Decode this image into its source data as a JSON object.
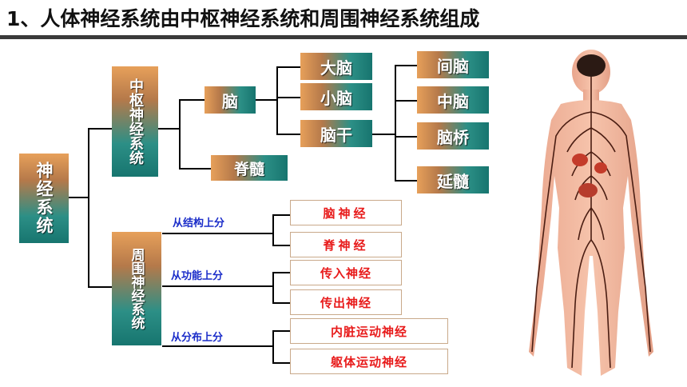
{
  "title": "1、人体神经系统由中枢神经系统和周围神经系统组成",
  "root": "神经系统",
  "central": {
    "label": "中枢神经系统",
    "brain": "脑",
    "spinal_cord": "脊髓",
    "brain_parts": [
      "大脑",
      "小脑",
      "脑干"
    ],
    "brainstem_parts": [
      "间脑",
      "中脑",
      "脑桥",
      "延髓"
    ]
  },
  "peripheral": {
    "label": "周围神经系统",
    "groups": [
      {
        "basis": "从结构上分",
        "items": [
          "脑神经",
          "脊神经"
        ]
      },
      {
        "basis": "从功能上分",
        "items": [
          "传入神经",
          "传出神经"
        ]
      },
      {
        "basis": "从分布上分",
        "items": [
          "内脏运动神经",
          "躯体运动神经"
        ]
      }
    ]
  },
  "colors": {
    "box_warm": "#e7a05a",
    "box_teal": "#17756f",
    "red_text": "#e81b1b",
    "blue_text": "#1a2cc9"
  }
}
